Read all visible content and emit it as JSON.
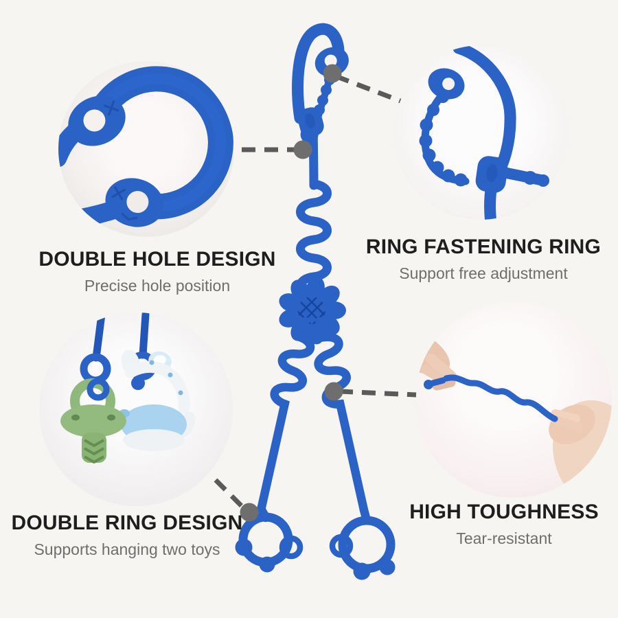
{
  "page": {
    "background": "#f7f5f1"
  },
  "product": {
    "label": "blue silicone pacifier clip",
    "blue": "#2a62c6",
    "blue_dark": "#1d4ca6"
  },
  "annotation": {
    "leader_line_color": "#5a5a5a",
    "connector_dot_color": "#6e6e6e"
  },
  "text": {
    "title_color": "#1e1e1e",
    "subtitle_color": "#6e6e6e"
  },
  "callouts": [
    {
      "title": "DOUBLE HOLE DESIGN",
      "subtitle": "Precise hole position"
    },
    {
      "title": "RING FASTENING RING",
      "subtitle": "Support free adjustment"
    },
    {
      "title": "DOUBLE RING DESIGN",
      "subtitle": "Supports hanging two toys"
    },
    {
      "title": "HIGH TOUGHNESS",
      "subtitle": "Tear-resistant"
    }
  ]
}
